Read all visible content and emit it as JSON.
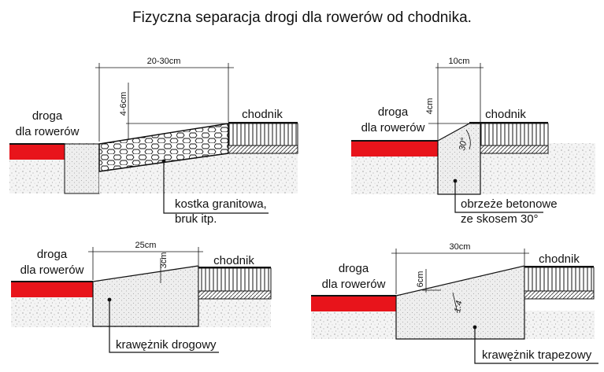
{
  "title": "Fizyczna separacja drogi dla rowerów od chodnika.",
  "colors": {
    "bike_lane": "#e8141b",
    "line": "#111111",
    "fill": "#efefef"
  },
  "panels": [
    {
      "bike_label_1": "droga",
      "bike_label_2": "dla rowerów",
      "sidewalk_label": "chodnik",
      "dim_width": "20-30cm",
      "dim_height": "4-6cm",
      "material_1": "kostka granitowa,",
      "material_2": "bruk itp."
    },
    {
      "bike_label_1": "droga",
      "bike_label_2": "dla rowerów",
      "sidewalk_label": "chodnik",
      "dim_width": "10cm",
      "dim_height": "4cm",
      "angle": "30°",
      "material_1": "obrzeże betonowe",
      "material_2": "ze skosem 30°"
    },
    {
      "bike_label_1": "droga",
      "bike_label_2": "dla rowerów",
      "sidewalk_label": "chodnik",
      "dim_width": "25cm",
      "dim_height": "3cm",
      "material_1": "krawężnik drogowy"
    },
    {
      "bike_label_1": "droga",
      "bike_label_2": "dla rowerów",
      "sidewalk_label": "chodnik",
      "dim_width": "30cm",
      "dim_height": "6cm",
      "angle": "1:4",
      "material_1": "krawężnik trapezowy"
    }
  ]
}
